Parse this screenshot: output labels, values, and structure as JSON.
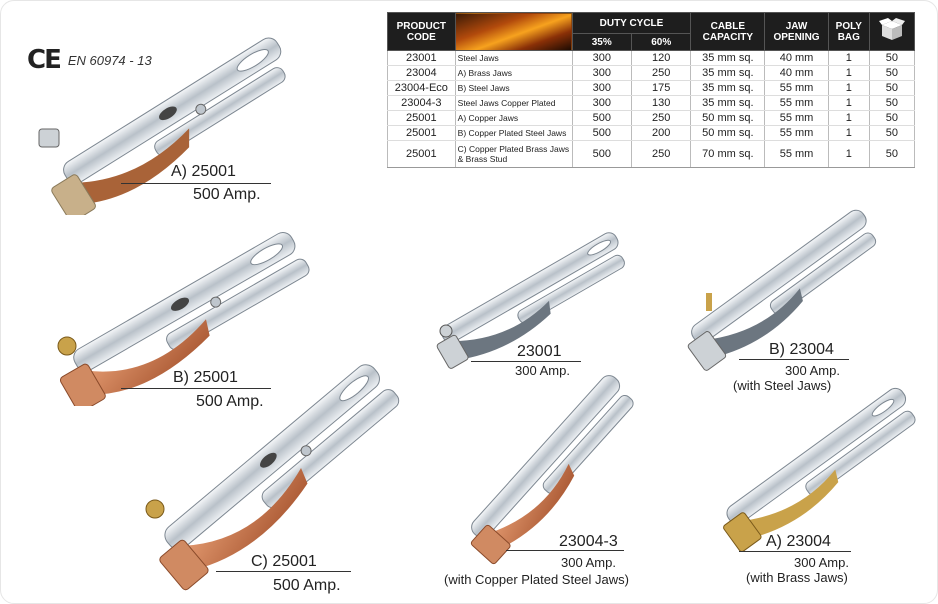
{
  "certification": {
    "mark": "CE",
    "standard": "EN 60974 - 13"
  },
  "table": {
    "headers": {
      "product_code": "PRODUCT CODE",
      "duty_cycle": "DUTY CYCLE",
      "pct35": "35%",
      "pct60": "60%",
      "cable_capacity": "CABLE CAPACITY",
      "jaw_opening": "JAW OPENING",
      "poly_bag": "POLY BAG",
      "box_icon": "box-icon"
    },
    "rows": [
      {
        "code": "23001",
        "desc": "Steel Jaws",
        "d35": "300",
        "d60": "120",
        "cable": "35 mm sq.",
        "jaw": "40 mm",
        "bag": "1",
        "box": "50"
      },
      {
        "code": "23004",
        "desc": "A) Brass Jaws",
        "d35": "300",
        "d60": "250",
        "cable": "35 mm sq.",
        "jaw": "40 mm",
        "bag": "1",
        "box": "50"
      },
      {
        "code": "23004-Eco",
        "desc": "B) Steel Jaws",
        "d35": "300",
        "d60": "175",
        "cable": "35 mm sq.",
        "jaw": "55 mm",
        "bag": "1",
        "box": "50"
      },
      {
        "code": "23004-3",
        "desc": "Steel Jaws Copper Plated",
        "d35": "300",
        "d60": "130",
        "cable": "35 mm sq.",
        "jaw": "55 mm",
        "bag": "1",
        "box": "50"
      },
      {
        "code": "25001",
        "desc": "A) Copper Jaws",
        "d35": "500",
        "d60": "250",
        "cable": "50 mm sq.",
        "jaw": "55 mm",
        "bag": "1",
        "box": "50"
      },
      {
        "code": "25001",
        "desc": "B) Copper Plated Steel Jaws",
        "d35": "500",
        "d60": "200",
        "cable": "50 mm sq.",
        "jaw": "55 mm",
        "bag": "1",
        "box": "50"
      },
      {
        "code": "25001",
        "desc": "C) Copper Plated Brass Jaws & Brass Stud",
        "d35": "500",
        "d60": "250",
        "cable": "70 mm sq.",
        "jaw": "55 mm",
        "bag": "1",
        "box": "50"
      }
    ]
  },
  "products": {
    "p1": {
      "name": "A) 25001",
      "rating": "500 Amp."
    },
    "p2": {
      "name": "B) 25001",
      "rating": "500 Amp."
    },
    "p3": {
      "name": "C) 25001",
      "rating": "500 Amp."
    },
    "p4": {
      "name": "23001",
      "rating": "300 Amp."
    },
    "p5": {
      "name": "B) 23004",
      "rating": "300 Amp.",
      "note": "(with Steel Jaws)"
    },
    "p6": {
      "name": "23004-3",
      "rating": "300 Amp.",
      "note": "(with Copper Plated Steel Jaws)"
    },
    "p7": {
      "name": "A) 23004",
      "rating": "300 Amp.",
      "note": "(with Brass Jaws)"
    }
  },
  "colors": {
    "steel_light": "#e9edf2",
    "steel_dark": "#8a949e",
    "copper": "#c8744a",
    "brass": "#c9a24a",
    "table_header": "#1e1e1e"
  }
}
